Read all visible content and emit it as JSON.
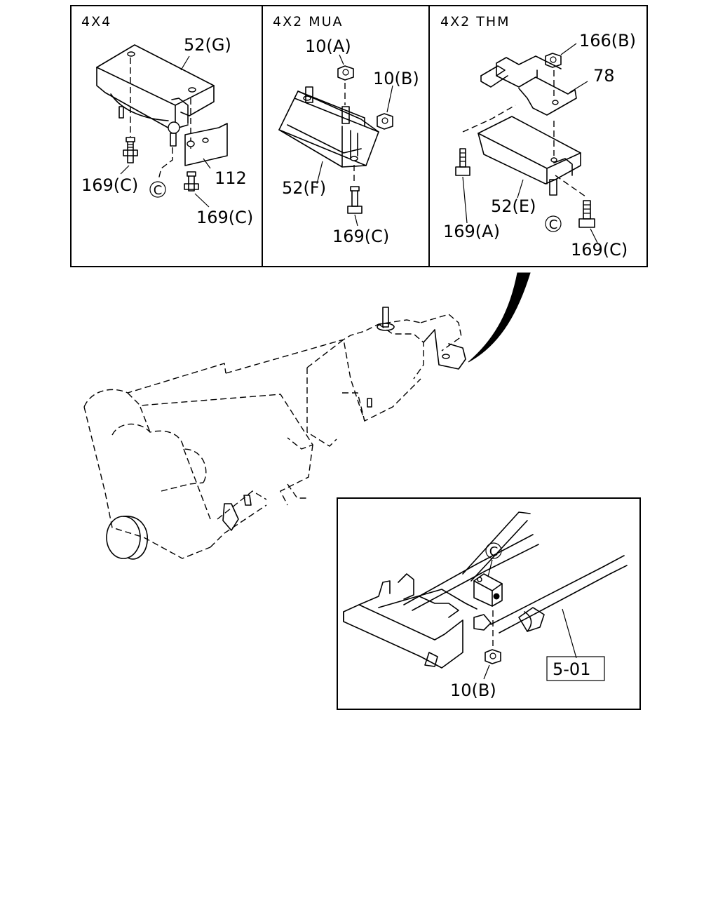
{
  "panels": {
    "p1": {
      "title": "4X4",
      "labels": [
        "52(G)",
        "169(C)",
        "112",
        "169(C)"
      ],
      "ref": "C"
    },
    "p2": {
      "title": "4X2 MUA",
      "labels": [
        "10(A)",
        "10(B)",
        "52(F)",
        "169(C)"
      ]
    },
    "p3": {
      "title": "4X2 THM",
      "labels": [
        "166(B)",
        "78",
        "169(A)",
        "52(E)",
        "169(C)"
      ],
      "ref": "C"
    }
  },
  "inset": {
    "ref": "C",
    "label": "10(B)",
    "page_ref": "5-01"
  }
}
